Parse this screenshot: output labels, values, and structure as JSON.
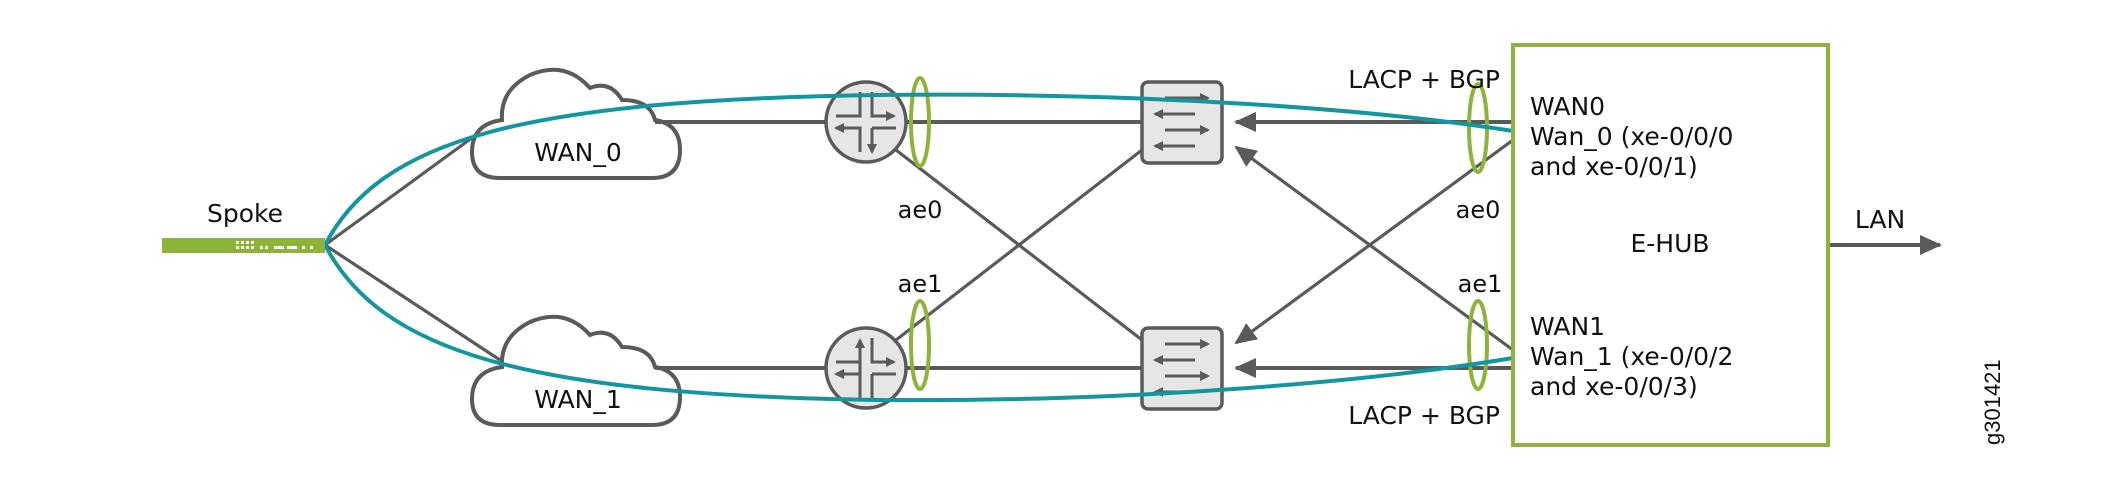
{
  "figure_id": "g301421",
  "colors": {
    "spoke_device": "#8db33a",
    "lag_ellipse": "#8db33a",
    "hub_border": "#8db33a",
    "overlay_tunnel": "#13969f",
    "link": "#5a5a5a",
    "device_fill": "#e6e6e6"
  },
  "spoke": {
    "label": "Spoke",
    "icon": "spoke-device-icon"
  },
  "clouds": [
    {
      "label": "WAN_0",
      "icon": "cloud-icon"
    },
    {
      "label": "WAN_1",
      "icon": "cloud-icon"
    }
  ],
  "routers": [
    {
      "icon": "router-icon",
      "lag_label": "ae0"
    },
    {
      "icon": "router-icon",
      "lag_label": "ae1"
    }
  ],
  "switches": [
    {
      "icon": "switch-icon"
    },
    {
      "icon": "switch-icon"
    }
  ],
  "hub_lags": [
    {
      "label": "ae0",
      "protocol_label": "LACP + BGP"
    },
    {
      "label": "ae1",
      "protocol_label": "LACP + BGP"
    }
  ],
  "hub": {
    "name": "E-HUB",
    "wan0": {
      "title": "WAN0",
      "line1": "Wan_0 (xe-0/0/0",
      "line2": "and xe-0/0/1)"
    },
    "wan1": {
      "title": "WAN1",
      "line1": "Wan_1 (xe-0/0/2",
      "line2": "and xe-0/0/3)"
    }
  },
  "lan": {
    "label": "LAN",
    "icon": "arrow-right-icon"
  }
}
